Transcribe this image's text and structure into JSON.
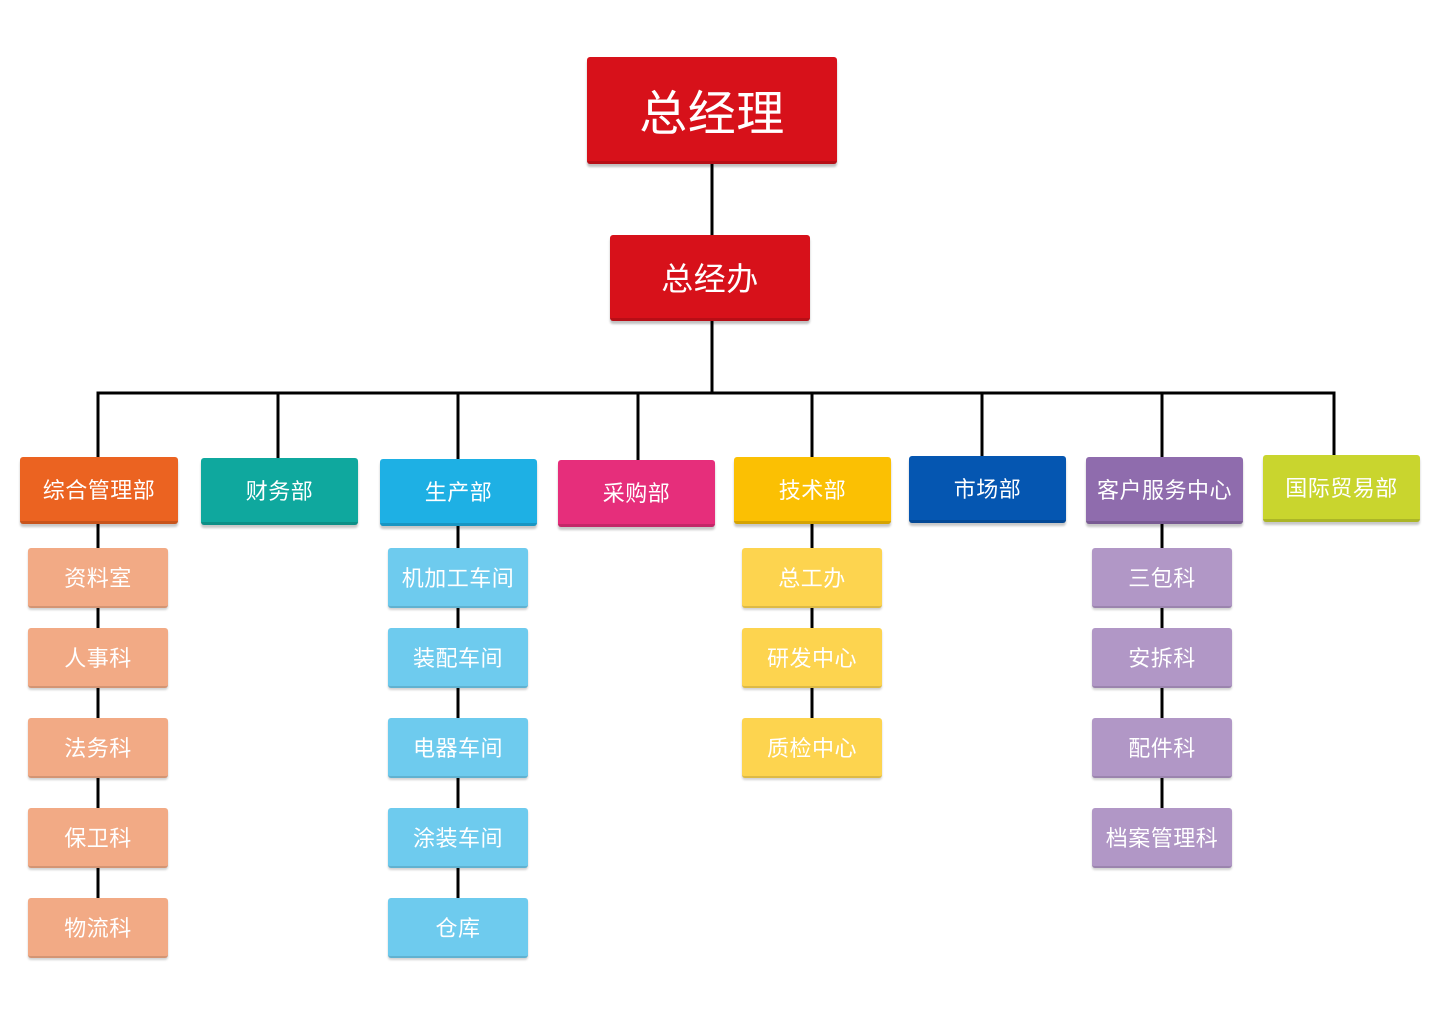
{
  "top": {
    "label": "总经理",
    "color": "#d7111a"
  },
  "office": {
    "label": "总经办",
    "color": "#d7111a"
  },
  "departments": [
    {
      "label": "综合管理部",
      "color": "#eb6321",
      "sub_color": "#f2aa85",
      "subs": [
        "资料室",
        "人事科",
        "法务科",
        "保卫科",
        "物流科"
      ]
    },
    {
      "label": "财务部",
      "color": "#0fa89e",
      "sub_color": "",
      "subs": []
    },
    {
      "label": "生产部",
      "color": "#1eb0e4",
      "sub_color": "#6ecbee",
      "subs": [
        "机加工车间",
        "装配车间",
        "电器车间",
        "涂装车间",
        "仓库"
      ]
    },
    {
      "label": "采购部",
      "color": "#e62e7b",
      "sub_color": "",
      "subs": []
    },
    {
      "label": "技术部",
      "color": "#fbc003",
      "sub_color": "#fdd44f",
      "subs": [
        "总工办",
        "研发中心",
        "质检中心"
      ]
    },
    {
      "label": "市场部",
      "color": "#0556b1",
      "sub_color": "",
      "subs": []
    },
    {
      "label": "客户服务中心",
      "color": "#8f6cad",
      "sub_color": "#b197c6",
      "subs": [
        "三包科",
        "安拆科",
        "配件科",
        "档案管理科"
      ]
    },
    {
      "label": "国际贸易部",
      "color": "#c9d52e",
      "sub_color": "",
      "subs": []
    }
  ]
}
